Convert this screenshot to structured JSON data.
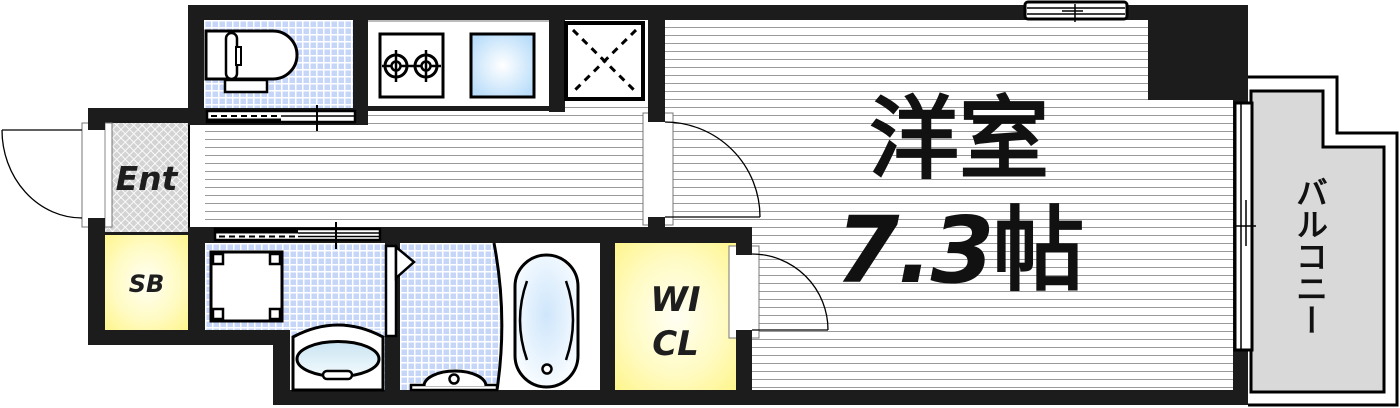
{
  "floorplan": {
    "rooms": {
      "western_room": {
        "name": "洋室",
        "size_value": "7.3",
        "size_unit": "帖"
      },
      "entrance": {
        "label": "Ent"
      },
      "shoe_box": {
        "label": "SB"
      },
      "walk_in_closet": {
        "line1": "WI",
        "line2": "CL"
      },
      "balcony": {
        "label": "バルコニー"
      }
    },
    "fixtures": [
      "toilet",
      "gas-stove-2-burner",
      "kitchen-sink",
      "refrigerator-space",
      "washing-machine-pan",
      "washbasin",
      "bathtub",
      "bath-faucet"
    ]
  },
  "colors": {
    "wall": "#1c1c1c",
    "tile": "#c6d6f8",
    "stripe": "#9a9a9a",
    "yellow": "#fff58c",
    "hatch": "#d3d3d3",
    "balcony": "#d9d9d9",
    "ink": "#111111"
  }
}
